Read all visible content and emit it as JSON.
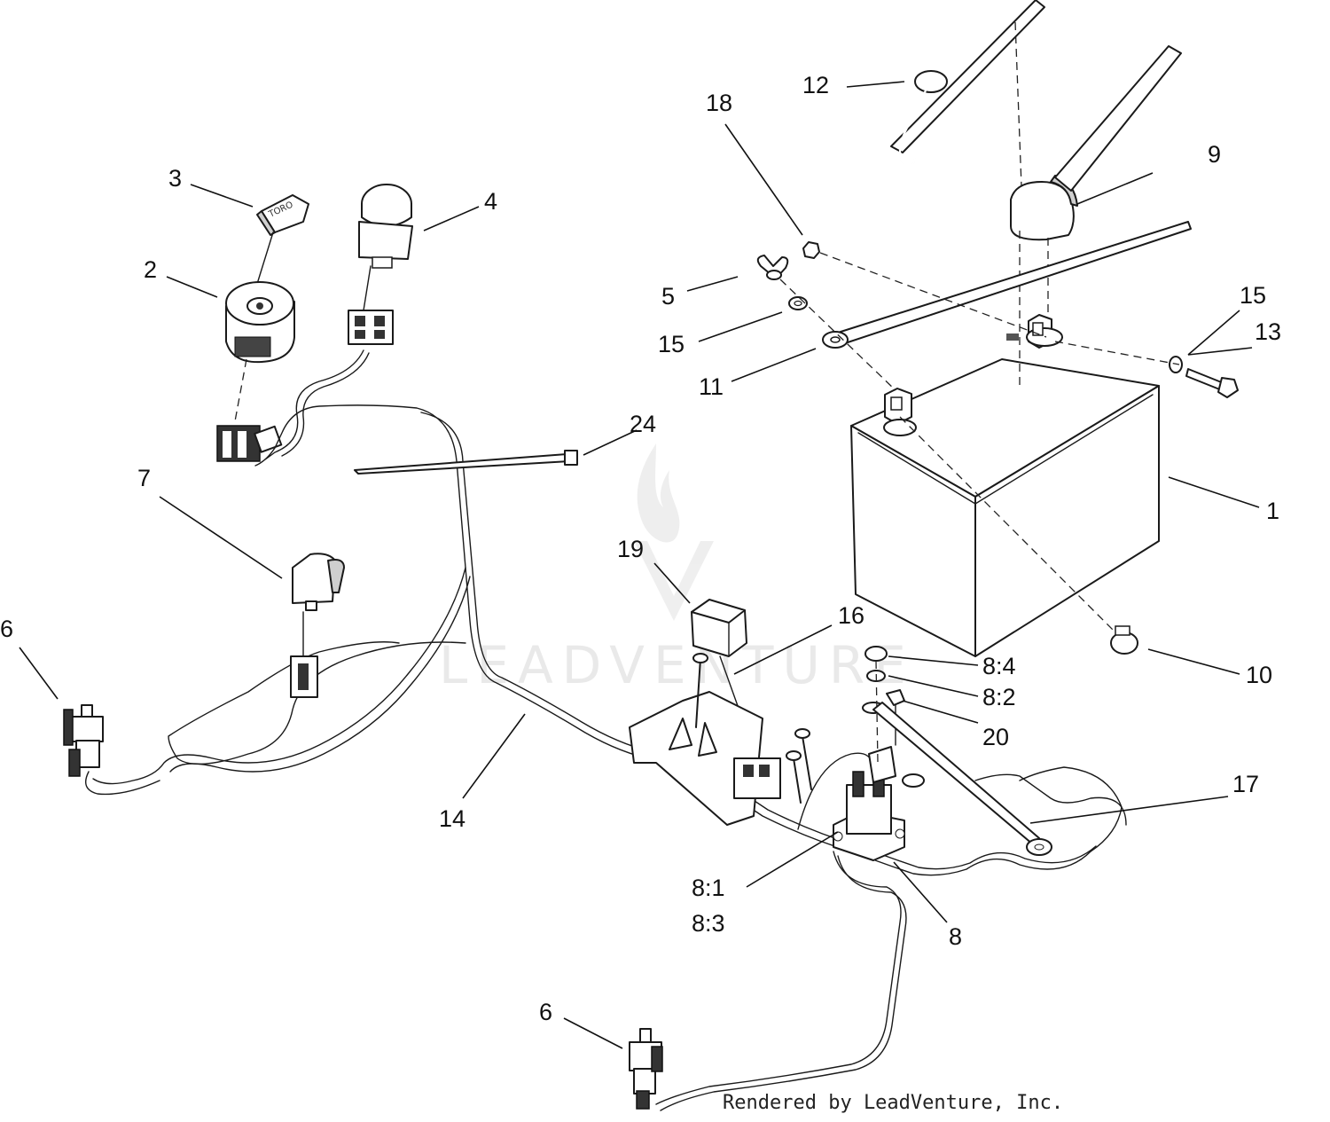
{
  "watermark": "LEADVENTURE",
  "credit": "Rendered by LeadVenture, Inc.",
  "callouts": [
    {
      "label": "1"
    },
    {
      "label": "2"
    },
    {
      "label": "3"
    },
    {
      "label": "4"
    },
    {
      "label": "5"
    },
    {
      "label": "6"
    },
    {
      "label": "6"
    },
    {
      "label": "7"
    },
    {
      "label": "8"
    },
    {
      "label": "8:1"
    },
    {
      "label": "8:3"
    },
    {
      "label": "8:2"
    },
    {
      "label": "8:4"
    },
    {
      "label": "9"
    },
    {
      "label": "10"
    },
    {
      "label": "11"
    },
    {
      "label": "12"
    },
    {
      "label": "13"
    },
    {
      "label": "14"
    },
    {
      "label": "15"
    },
    {
      "label": "15"
    },
    {
      "label": "16"
    },
    {
      "label": "17"
    },
    {
      "label": "18"
    },
    {
      "label": "19"
    },
    {
      "label": "20"
    },
    {
      "label": "24"
    }
  ]
}
